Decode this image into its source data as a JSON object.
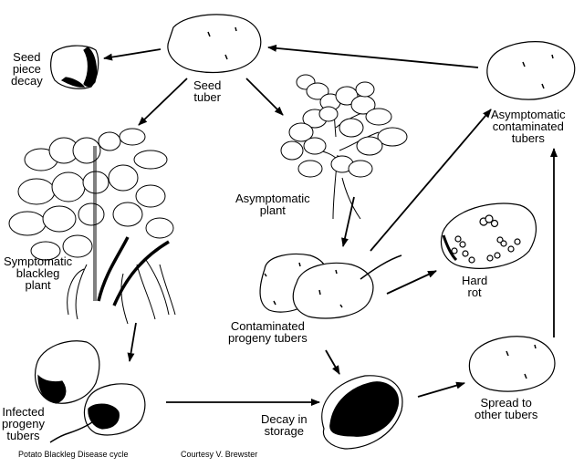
{
  "diagram": {
    "title": "Potato Blackleg Disease cycle",
    "credit": "Courtesy V. Brewster",
    "nodes": {
      "seed_tuber": "Seed\ntuber",
      "seed_piece_decay": "Seed\npiece\ndecay",
      "asymptomatic_plant": "Asymptomatic\nplant",
      "symptomatic_plant": "Symptomatic\nblackleg\nplant",
      "asymptomatic_contaminated": "Asymptomatic\ncontaminated\ntubers",
      "contaminated_progeny": "Contaminated\nprogeny tubers",
      "hard_rot": "Hard\nrot",
      "infected_progeny": "Infected\nprogeny\ntubers",
      "decay_storage": "Decay in\nstorage",
      "spread": "Spread to\nother tubers"
    },
    "edges": [
      {
        "from": "seed_tuber",
        "to": "seed_piece_decay"
      },
      {
        "from": "seed_tuber",
        "to": "symptomatic_plant"
      },
      {
        "from": "seed_tuber",
        "to": "asymptomatic_plant"
      },
      {
        "from": "asymptomatic_contaminated",
        "to": "seed_tuber"
      },
      {
        "from": "asymptomatic_plant",
        "to": "contaminated_progeny"
      },
      {
        "from": "contaminated_progeny",
        "to": "asymptomatic_contaminated"
      },
      {
        "from": "contaminated_progeny",
        "to": "hard_rot"
      },
      {
        "from": "contaminated_progeny",
        "to": "decay_storage"
      },
      {
        "from": "symptomatic_plant",
        "to": "infected_progeny"
      },
      {
        "from": "infected_progeny",
        "to": "decay_storage"
      },
      {
        "from": "decay_storage",
        "to": "spread"
      },
      {
        "from": "spread",
        "to": "asymptomatic_contaminated"
      }
    ]
  }
}
